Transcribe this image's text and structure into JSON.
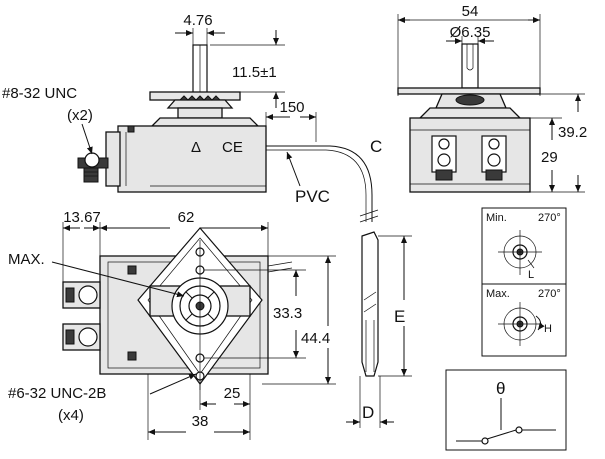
{
  "dimensions": {
    "shaft_width": "4.76",
    "shaft_height": "11.5±1",
    "thread_size": "#8-32 UNC",
    "thread_qty": "(x2)",
    "capillary_length": "150",
    "capillary_material": "PVC",
    "capillary_label": "C",
    "end_width": "54",
    "shaft_dia": "Ø6.35",
    "height_total": "39.2",
    "height_body": "29",
    "front_offset": "13.67",
    "front_width": "62",
    "max_label": "MAX.",
    "mount_spacing": "33.3",
    "mount_height": "44.4",
    "mount_thread_size": "#6-32 UNC-2B",
    "mount_thread_qty": "(x4)",
    "base_offset": "25",
    "base_width": "38",
    "bulb_length": "E",
    "bulb_dia": "D"
  },
  "knob_positions": {
    "min_label": "Min.",
    "min_angle": "270°",
    "min_marker": "L",
    "max_label": "Max.",
    "max_angle": "270°",
    "max_marker": "H"
  },
  "switch": {
    "symbol": "θ"
  },
  "marks": {
    "approval_1": "Δ",
    "approval_2": "CE"
  }
}
